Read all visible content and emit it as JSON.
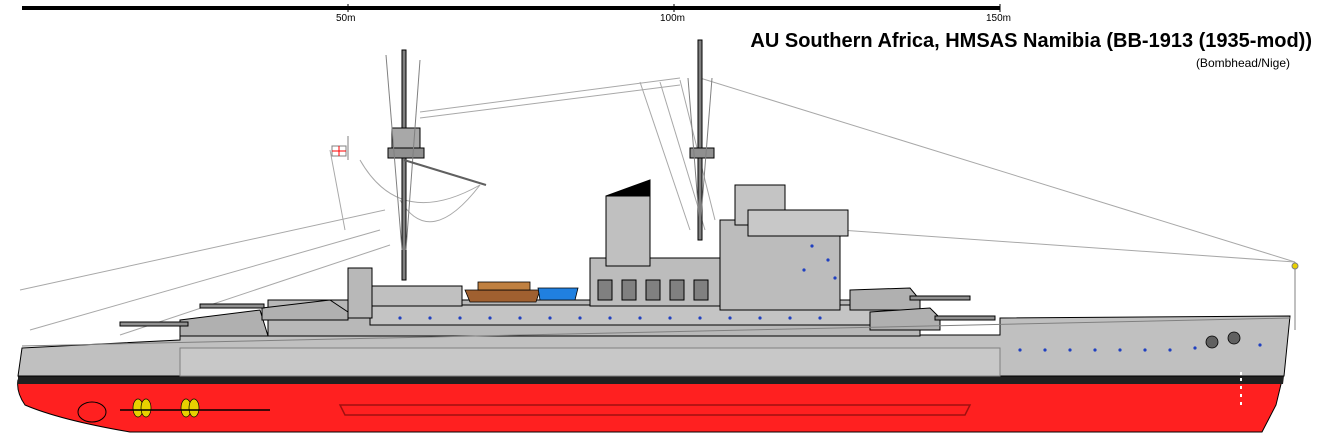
{
  "scale_bar": {
    "labels": [
      "50m",
      "100m",
      "150m"
    ]
  },
  "title": "AU Southern Africa, HMSAS Namibia (BB-1913 (1935-mod))",
  "credit": "(Bombhead/Nige)",
  "colors": {
    "hull_grey": "#c0c0c0",
    "deck_grey": "#a8a8a8",
    "dark_grey": "#808080",
    "boot_topping": "#202020",
    "antifouling_red": "#ff2020",
    "rigging": "#a0a0a0",
    "porthole_blue": "#2040c0",
    "propeller_yellow": "#e8d000",
    "boat_blue": "#2080e0",
    "boat_brown": "#a06030"
  },
  "ship": {
    "name": "HMSAS Namibia",
    "icons": [
      "ensign-flag-icon",
      "jack-flag-icon",
      "propeller-icon",
      "rudder-icon",
      "anchor-icon"
    ]
  }
}
